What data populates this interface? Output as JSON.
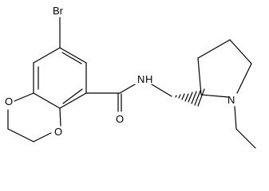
{
  "molecule": {
    "atoms": {
      "br": "Br",
      "o1": "O",
      "o2": "O",
      "o3": "O",
      "nh": "N",
      "h": "H",
      "n_ring": "N"
    }
  }
}
